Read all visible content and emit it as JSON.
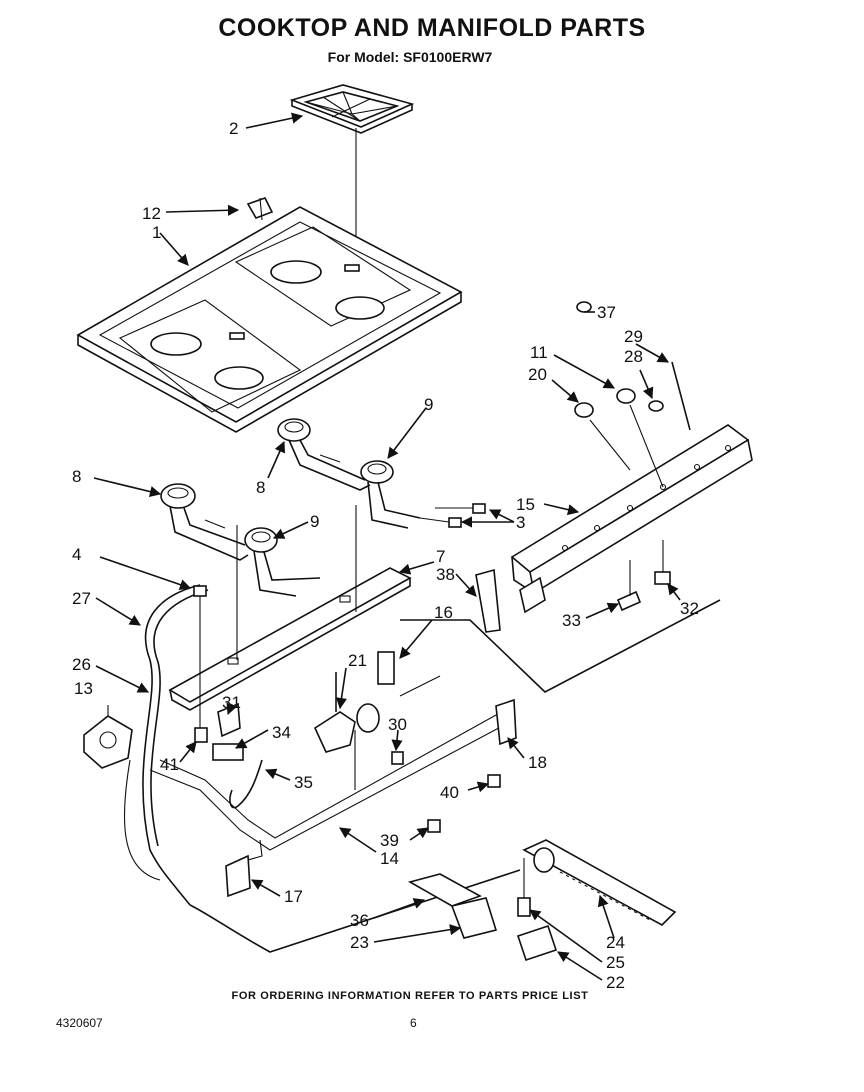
{
  "header": {
    "title": "COOKTOP AND MANIFOLD PARTS",
    "model": "For Model: SF0100ERW7"
  },
  "footer": {
    "note": "FOR ORDERING INFORMATION REFER TO PARTS PRICE LIST",
    "doc_number": "4320607",
    "page": "6"
  },
  "callouts": {
    "c1": "1",
    "c2": "2",
    "c3": "3",
    "c4": "4",
    "c7": "7",
    "c8a": "8",
    "c8b": "8",
    "c9a": "9",
    "c9b": "9",
    "c11": "11",
    "c12": "12",
    "c13": "13",
    "c14": "14",
    "c15": "15",
    "c16": "16",
    "c17": "17",
    "c18": "18",
    "c20": "20",
    "c21": "21",
    "c22": "22",
    "c23": "23",
    "c24": "24",
    "c25": "25",
    "c26": "26",
    "c27": "27",
    "c28": "28",
    "c29": "29",
    "c30": "30",
    "c31": "31",
    "c32": "32",
    "c33": "33",
    "c34": "34",
    "c35": "35",
    "c36": "36",
    "c37": "37",
    "c38": "38",
    "c39": "39",
    "c40": "40",
    "c41": "41"
  }
}
